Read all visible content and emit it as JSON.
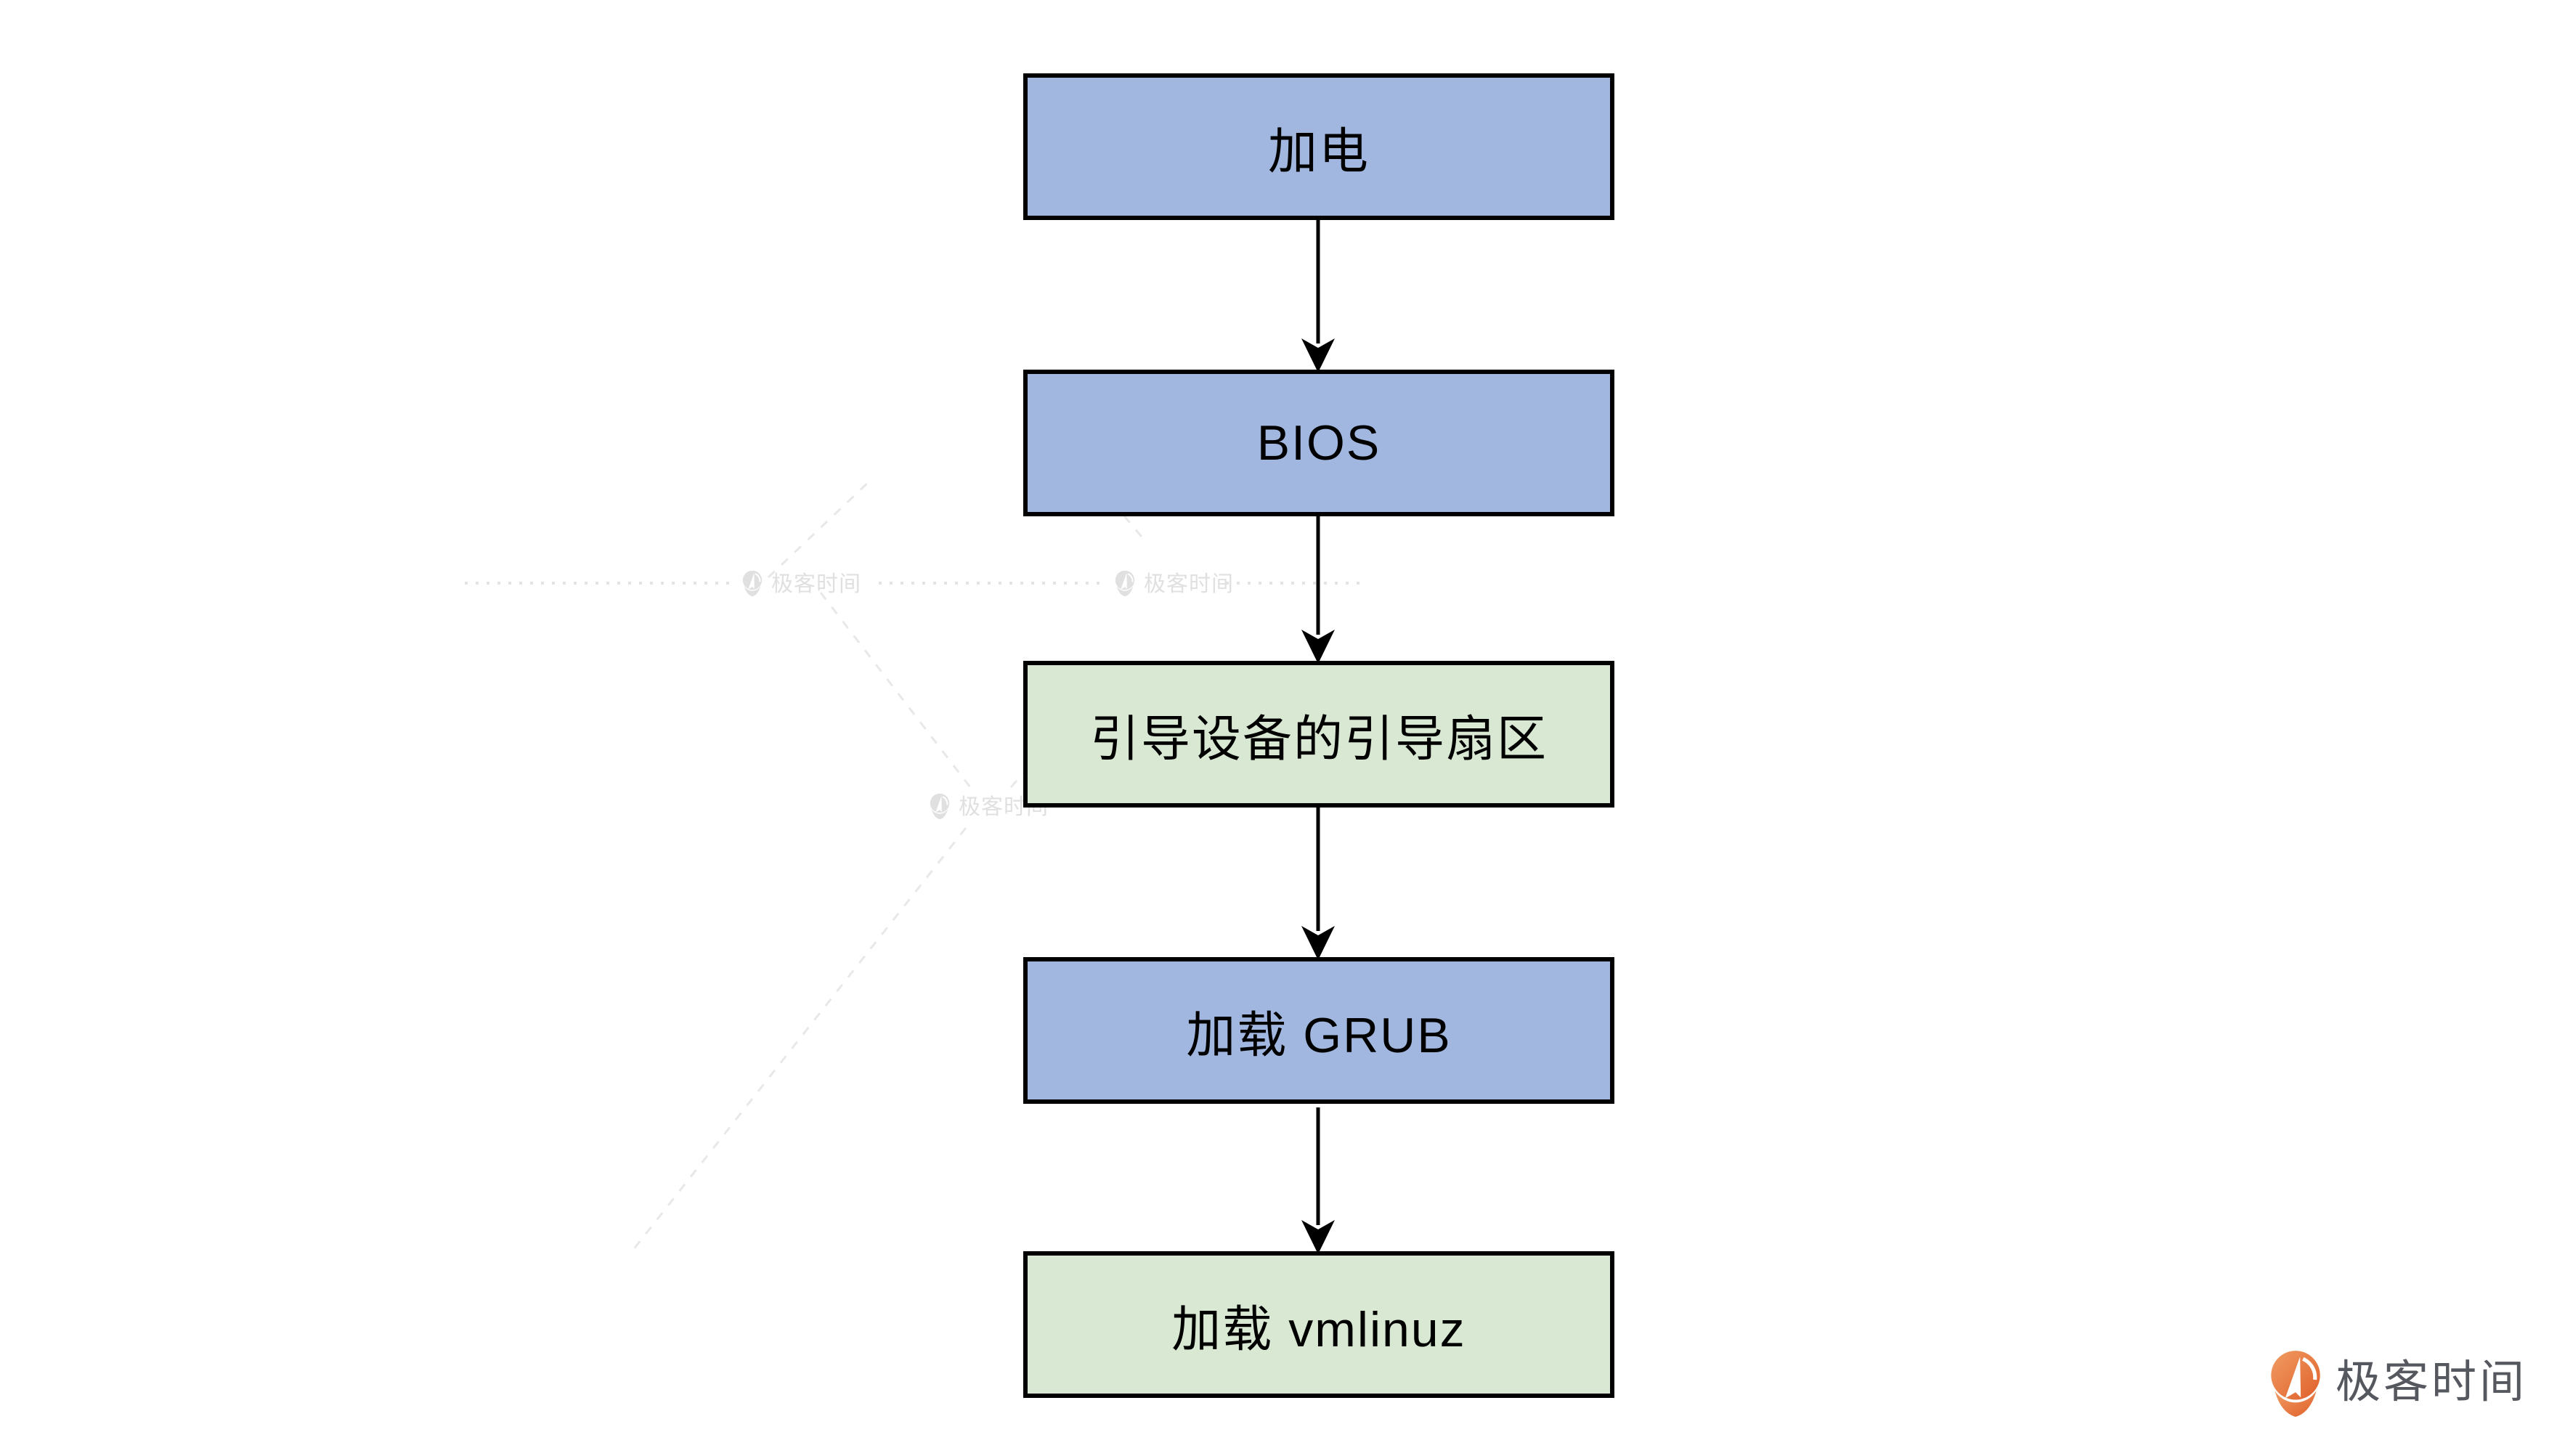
{
  "page": {
    "background": "#ffffff"
  },
  "flowchart": {
    "nodes": [
      {
        "label": "加电",
        "variant": "blue"
      },
      {
        "label": "BIOS",
        "variant": "blue"
      },
      {
        "label": "引导设备的引导扇区",
        "variant": "green"
      },
      {
        "label": "加载 GRUB",
        "variant": "blue"
      },
      {
        "label": "加载 vmlinuz",
        "variant": "green"
      }
    ],
    "colors": {
      "blue_fill": "#a1b7df",
      "green_fill": "#d9e8d2",
      "border": "#000000",
      "arrow": "#000000"
    }
  },
  "watermark": {
    "label": "极客时间",
    "color": "#e0e0e0",
    "line_color": "#e3e3e3"
  },
  "brand": {
    "label": "极客时间",
    "text_color": "#55585e",
    "icon_orange_light": "#f09d63",
    "icon_orange_dark": "#e05f2a"
  }
}
